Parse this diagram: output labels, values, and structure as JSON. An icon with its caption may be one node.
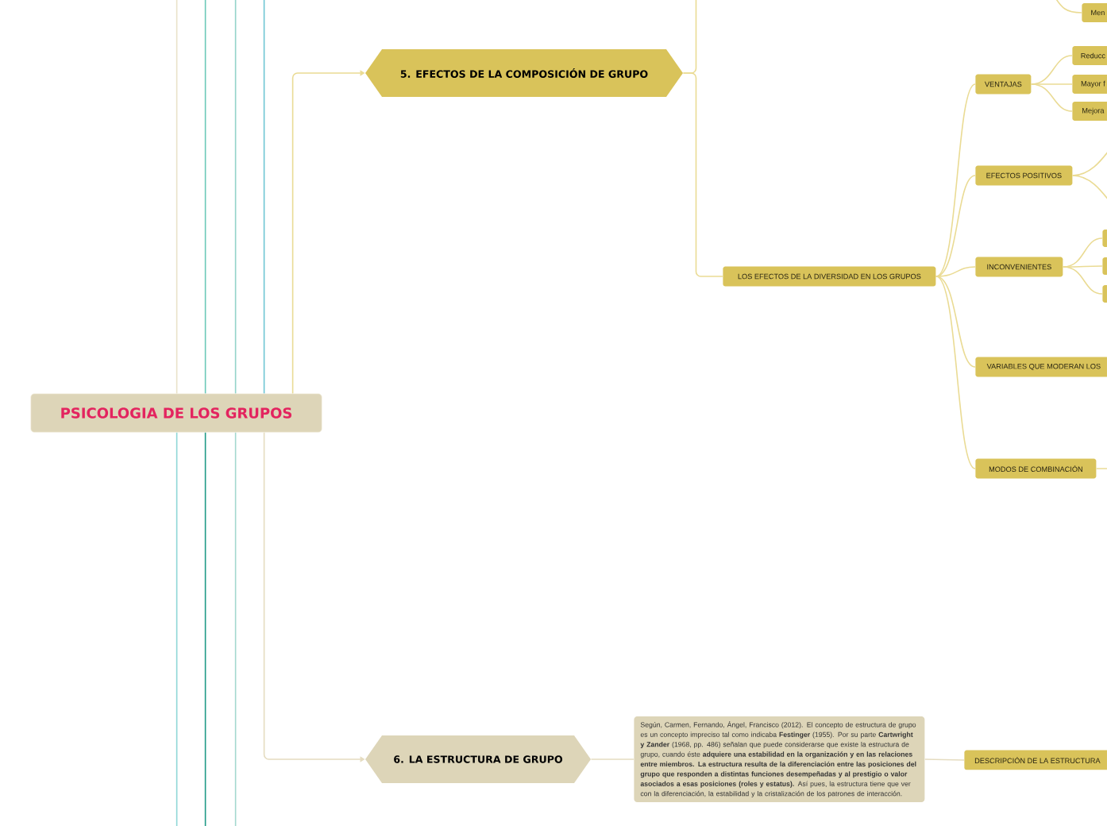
{
  "diagram": {
    "nodes": [
      {
        "text": [
          "PSICOLOGIA DE LOS GRUPOS"
        ]
      },
      {
        "text": [
          "5. EFECTOS DE LA COMPOSICIÓN DE GRUPO"
        ]
      },
      {
        "text": [
          "LOS EFECTOS DE LA DIVERSIDAD EN LOS GRUPOS"
        ]
      },
      {
        "text": [
          "VENTAJAS"
        ]
      },
      {
        "text": [
          "EFECTOS POSITIVOS"
        ]
      },
      {
        "text": [
          "INCONVENIENTES"
        ]
      },
      {
        "text": [
          "VARIABLES QUE MODERAN LOS"
        ]
      },
      {
        "text": [
          "MODOS DE COMBINACIÓN"
        ]
      },
      {
        "text": [
          "Men"
        ]
      },
      {
        "text": [
          "Reducc"
        ]
      },
      {
        "text": [
          "Mayor f"
        ]
      },
      {
        "text": [
          "Mejora"
        ]
      },
      {
        "text": [],
        "shape": "box"
      },
      {
        "text": [],
        "shape": "box"
      },
      {
        "text": [],
        "shape": "box"
      },
      {
        "text": [
          "6. LA ESTRUCTURA DE GRUPO"
        ]
      },
      {
        "text": [
          "Según, Carmen, Fernando, Ángel, Francisco (2012). El concepto de estructura de grupo es un concepto impreciso tal como indicaba **Festinger** (1955). Por su parte **Cartwright y Zander** (1968, pp. 486) señalan que puede considerarse que existe la estructura de grupo, cuando éste **adquiere una estabilidad en la organización y en las relaciones entre miembros. La estructura resulta de la diferenciación entre las posiciones del grupo que responden a distintas funciones desempeñadas y al prestigio o valor asociados a esas posiciones (roles y estatus).** Así pues, la estructura tiene que ver con la diferenciación, la estabilidad y la cristalización de los patrones de interacción."
        ]
      },
      {
        "text": [
          "DESCRIPCIÓN DE LA ESTRUCTURA"
        ]
      }
    ],
    "edges": [
      {
        "from": 0,
        "to": 1,
        "arrow": "to"
      },
      {
        "from": 0,
        "to": 15,
        "arrow": "to",
        "color": "#e5dcc0"
      },
      {
        "from": 1,
        "to": 2,
        "arrow": "none"
      },
      {
        "from": 1,
        "to": null,
        "arrow": "none"
      },
      {
        "from": 2,
        "to": 3,
        "arrow": "none"
      },
      {
        "from": 2,
        "to": 4,
        "arrow": "none"
      },
      {
        "from": 2,
        "to": 5,
        "arrow": "none"
      },
      {
        "from": 2,
        "to": 6,
        "arrow": "none"
      },
      {
        "from": 2,
        "to": 7,
        "arrow": "none"
      },
      {
        "from": null,
        "to": 8,
        "arrow": "none"
      },
      {
        "from": 3,
        "to": 9,
        "arrow": "none"
      },
      {
        "from": 3,
        "to": 10,
        "arrow": "none"
      },
      {
        "from": 3,
        "to": 11,
        "arrow": "none"
      },
      {
        "from": 4,
        "to": null,
        "arrow": "none"
      },
      {
        "from": 4,
        "to": null,
        "arrow": "none"
      },
      {
        "from": 5,
        "to": 12,
        "arrow": "none"
      },
      {
        "from": 5,
        "to": 13,
        "arrow": "none"
      },
      {
        "from": 5,
        "to": 14,
        "arrow": "none"
      },
      {
        "from": 7,
        "to": null,
        "arrow": "none"
      },
      {
        "from": 15,
        "to": 16,
        "arrow": "none",
        "color": "#e5dcc0"
      },
      {
        "from": 16,
        "to": 17,
        "arrow": "none",
        "color": "#e5dcc0"
      },
      {
        "from": 0,
        "to": null,
        "arrow": "none",
        "color": "#e9e2c9"
      },
      {
        "from": 0,
        "to": null,
        "arrow": "none",
        "color": "#6cc8b8"
      },
      {
        "from": 0,
        "to": null,
        "arrow": "none",
        "color": "#93d3c9"
      },
      {
        "from": 0,
        "to": null,
        "arrow": "none",
        "color": "#6fc6d4"
      },
      {
        "from": 0,
        "to": null,
        "arrow": "none",
        "color": "#8ed6d6"
      },
      {
        "from": 0,
        "to": null,
        "arrow": "none",
        "color": "#1f9a86"
      },
      {
        "from": 0,
        "to": null,
        "arrow": "none",
        "color": "#a3d8cf"
      }
    ]
  }
}
